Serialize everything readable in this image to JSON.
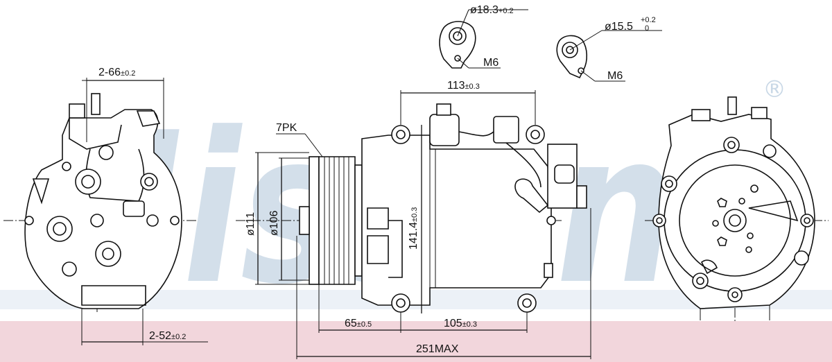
{
  "brand": {
    "watermark": "Nissens",
    "registered_mark": "®",
    "watermark_color": "#c9d8e6",
    "band_color": "#f2d6dc"
  },
  "dimensions": {
    "top_left_spacing": "2-66",
    "top_left_tol": "±0.2",
    "bottom_left_spacing": "2-52",
    "bottom_left_tol": "±0.2",
    "pulley_grooves": "7PK",
    "pulley_outer": "ø111",
    "pulley_inner": "ø106",
    "body_height": "141.4",
    "body_height_tol": "±0.3",
    "mount_span_top": "113",
    "mount_span_top_tol": "±0.3",
    "pulley_to_mount": "65",
    "pulley_to_mount_tol": "±0.5",
    "mount_span_bottom": "105",
    "mount_span_bottom_tol": "±0.3",
    "overall_length": "251MAX",
    "port1_diameter": "ø18.3",
    "port1_tol": "+0.2",
    "port1_thread": "M6",
    "port2_diameter": "ø15.5",
    "port2_tol_upper": "+0.2",
    "port2_tol_lower": "0",
    "port2_thread": "M6"
  }
}
